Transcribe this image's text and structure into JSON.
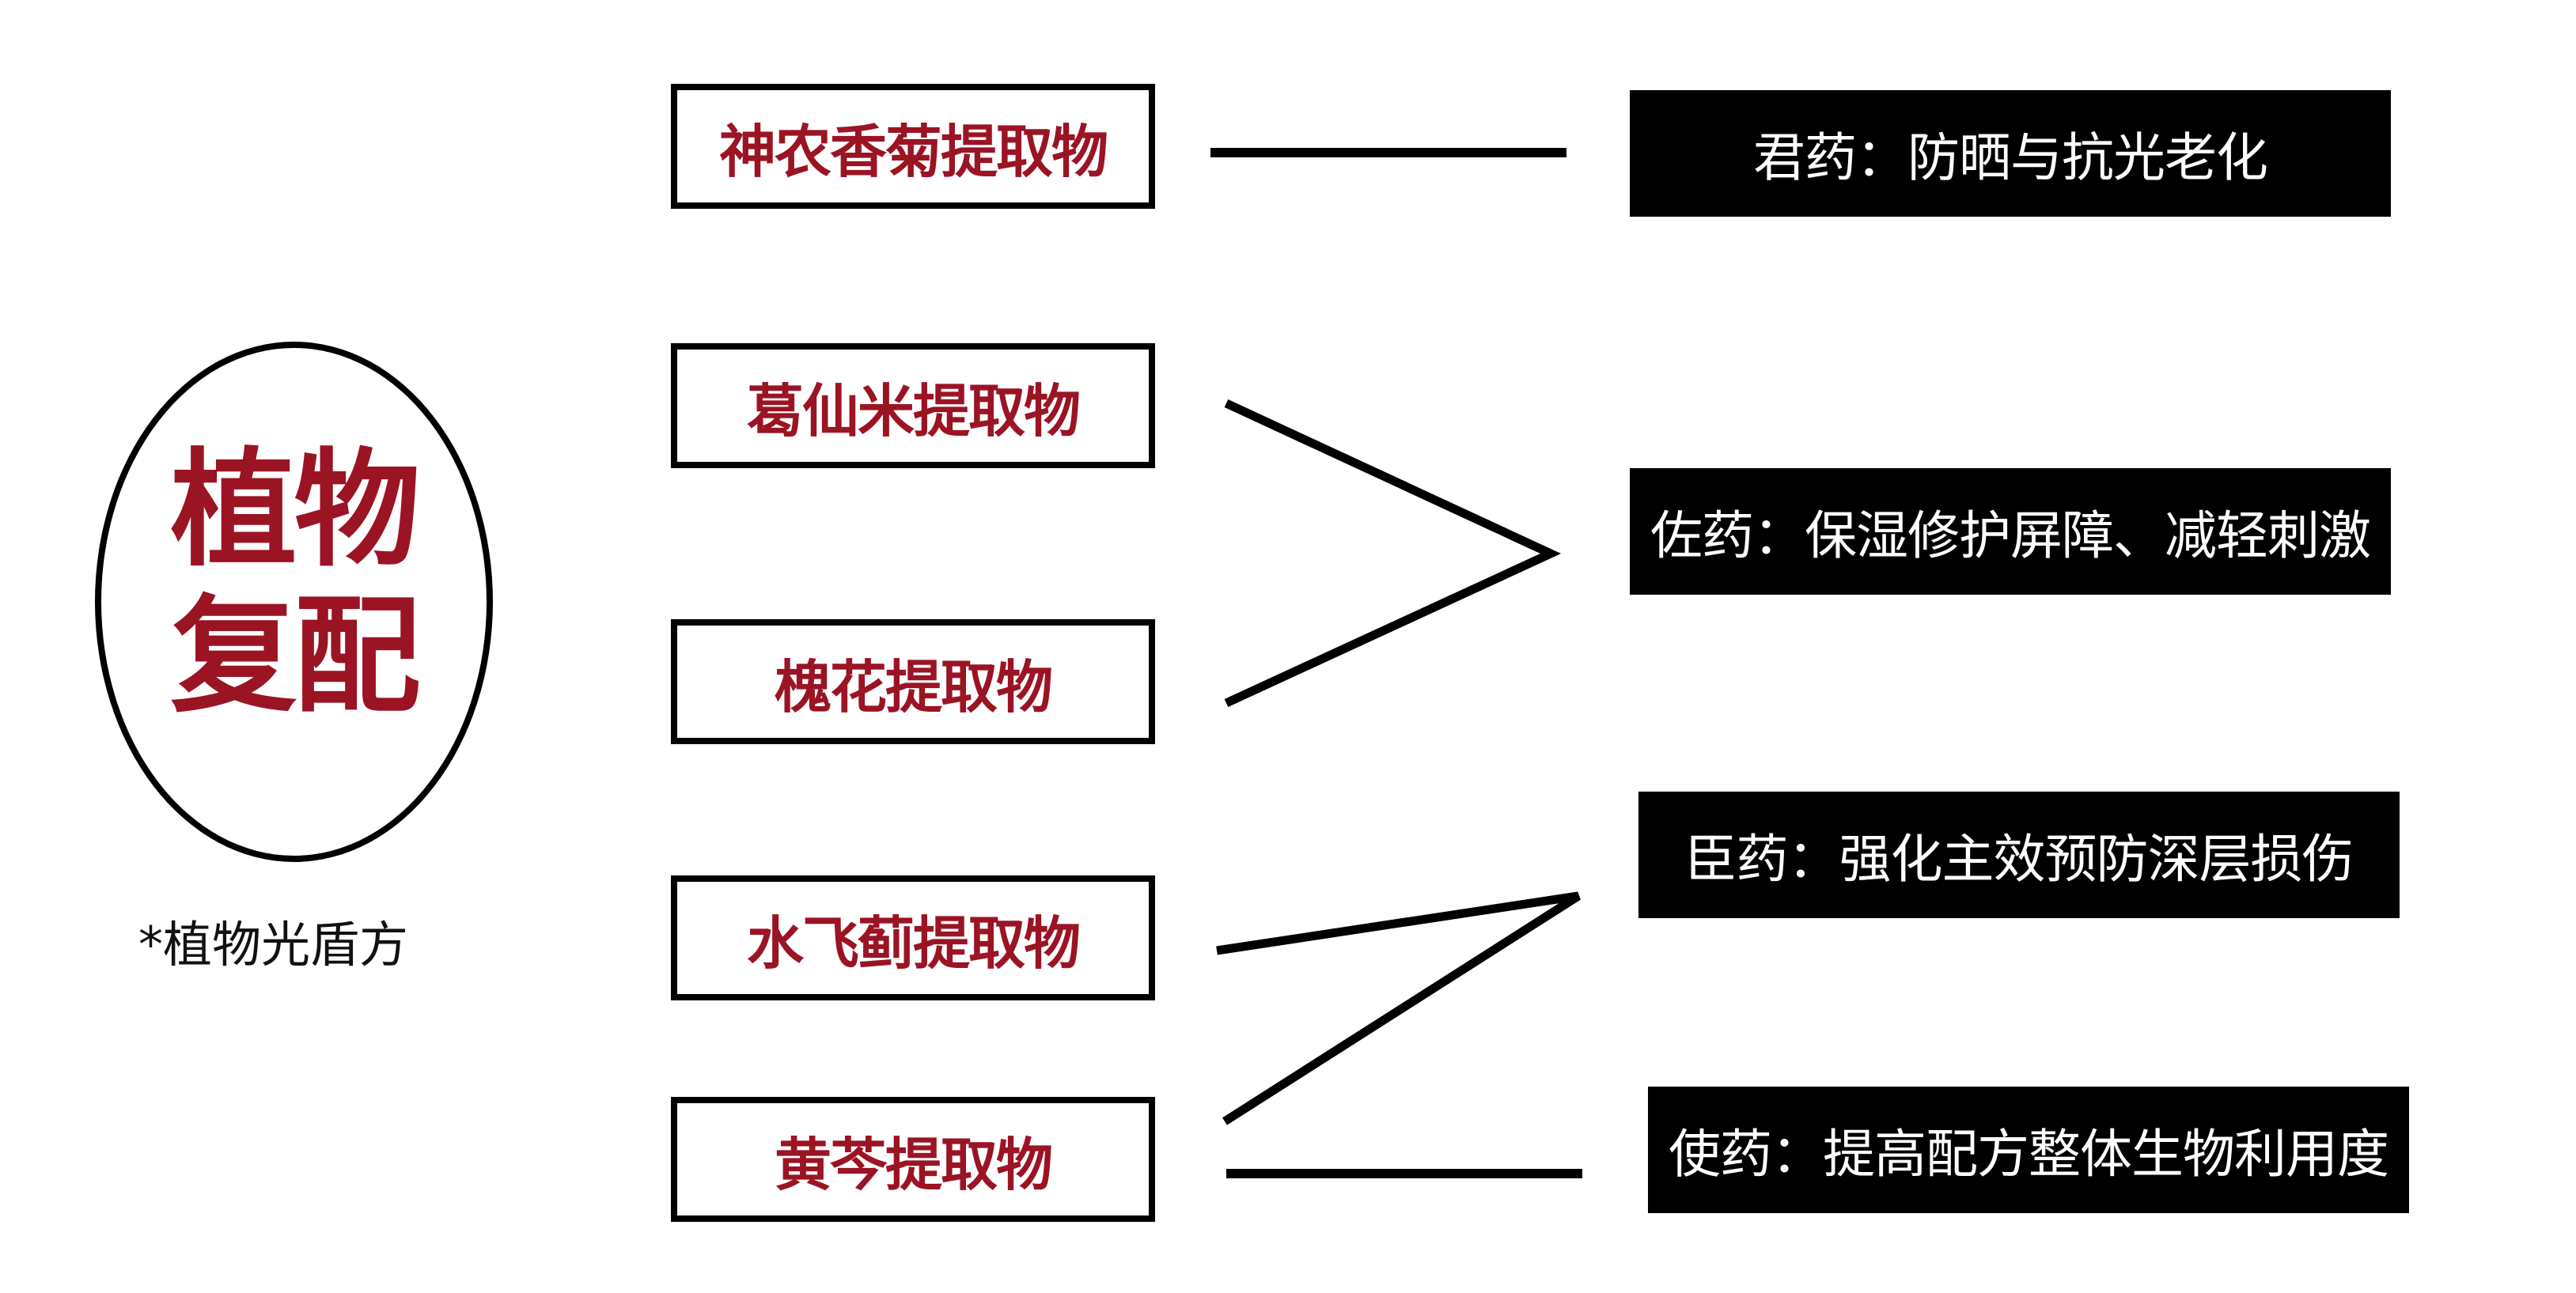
{
  "colors": {
    "accent": "#9b1424",
    "line": "#000000",
    "role_bg": "#000000",
    "role_text": "#ffffff"
  },
  "center": {
    "title_line1": "植物",
    "title_line2": "复配",
    "note": "*植物光盾方"
  },
  "ingredients": [
    {
      "label": "神农香菊提取物"
    },
    {
      "label": "葛仙米提取物"
    },
    {
      "label": "槐花提取物"
    },
    {
      "label": "水飞蓟提取物"
    },
    {
      "label": "黄芩提取物"
    }
  ],
  "roles": [
    {
      "label": "君药：防晒与抗光老化"
    },
    {
      "label": "佐药：保湿修护屏障、减轻刺激"
    },
    {
      "label": "臣药：强化主效预防深层损伤"
    },
    {
      "label": "使药：提高配方整体生物利用度"
    }
  ],
  "connections": [
    {
      "from": [
        "神农香菊提取物"
      ],
      "to": "君药"
    },
    {
      "from": [
        "葛仙米提取物",
        "槐花提取物"
      ],
      "to": "佐药"
    },
    {
      "from": [
        "水飞蓟提取物",
        "黄芩提取物"
      ],
      "to": "臣药"
    },
    {
      "from": [
        "黄芩提取物"
      ],
      "to": "使药"
    }
  ]
}
